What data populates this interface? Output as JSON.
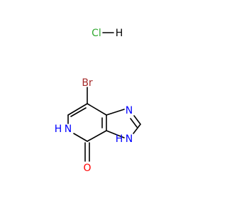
{
  "salt": {
    "cl_label": "Cl",
    "h_label": "H"
  },
  "atoms": {
    "br_label": "Br",
    "n_top_label": "N",
    "n_imid_label": "N",
    "n_imid_h_label": "H",
    "n_pyr_label": "N",
    "n_pyr_h_label": "H",
    "o_label": "O"
  },
  "colors": {
    "bond": "#000000",
    "bromine": "#a52a2a",
    "nitrogen": "#0000ff",
    "oxygen": "#ff0000",
    "chlorine": "#33aa33",
    "hydrogen": "#000000"
  }
}
